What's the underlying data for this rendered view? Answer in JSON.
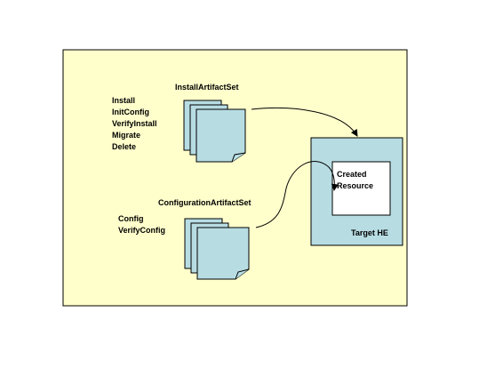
{
  "colors": {
    "panel_fill": "#ffffcc",
    "target_fill": "#b7dde3",
    "document_fill": "#b7dde3",
    "resource_fill": "#ffffff",
    "stroke": "#000000"
  },
  "install_set": {
    "title": "InstallArtifactSet",
    "operations": [
      "Install",
      "InitConfig",
      "VerifyInstall",
      "Migrate",
      "Delete"
    ]
  },
  "config_set": {
    "title": "ConfigurationArtifactSet",
    "operations": [
      "Config",
      "VerifyConfig"
    ]
  },
  "target": {
    "label": "Target HE",
    "resource_lines": [
      "Created",
      "Resource"
    ]
  },
  "icons": [
    "document-stack-icon",
    "document-stack-icon"
  ]
}
